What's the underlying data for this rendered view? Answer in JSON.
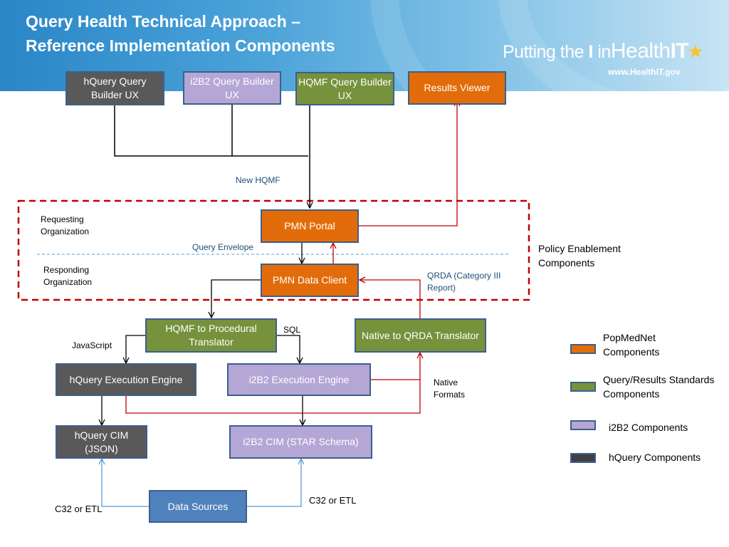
{
  "header": {
    "title_line1": "Query Health Technical Approach –",
    "title_line2": "Reference Implementation Components",
    "logo": {
      "putting": "Putting the",
      "i": "I",
      "in": "in",
      "health": "Health",
      "it": "IT",
      "url": "www.HealthIT.gov"
    }
  },
  "boxes": {
    "hquery_builder": "hQuery Query Builder UX",
    "i2b2_builder": "i2B2 Query Builder UX",
    "hqmf_builder": "HQMF Query Builder UX",
    "results_viewer": "Results Viewer",
    "pmn_portal": "PMN Portal",
    "pmn_data_client": "PMN Data Client",
    "hqmf_translator": "HQMF to Procedural Translator",
    "native_qrda": "Native to QRDA Translator",
    "hquery_engine": "hQuery Execution Engine",
    "i2b2_engine": "i2B2 Execution Engine",
    "hquery_cim": "hQuery CIM (JSON)",
    "i2b2_cim": "i2B2 CIM (STAR Schema)",
    "data_sources": "Data Sources"
  },
  "labels": {
    "new_hqmf": "New HQMF",
    "requesting_org": "Requesting Organization",
    "responding_org": "Responding Organization",
    "query_envelope": "Query Envelope",
    "qrda": "QRDA (Category III Report)",
    "policy_enablement": "Policy Enablement Components",
    "sql": "SQL",
    "javascript": "JavaScript",
    "native_formats": "Native Formats",
    "c32_left": "C32 or ETL",
    "c32_right": "C32 or ETL"
  },
  "legend": [
    {
      "label": "PopMedNet Components",
      "color": "#e36c0a"
    },
    {
      "label": "Query/Results Standards Components",
      "color": "#76923c"
    },
    {
      "label": "i2B2 Components",
      "color": "#b4a7d6"
    },
    {
      "label": "hQuery Components",
      "color": "#595959"
    }
  ],
  "colors": {
    "orange": "#e36c0a",
    "green": "#76923c",
    "purple": "#b4a7d6",
    "dark": "#595959",
    "blue": "#4f81bd",
    "red_line": "#c00000",
    "blue_line": "#5b9bd5"
  }
}
